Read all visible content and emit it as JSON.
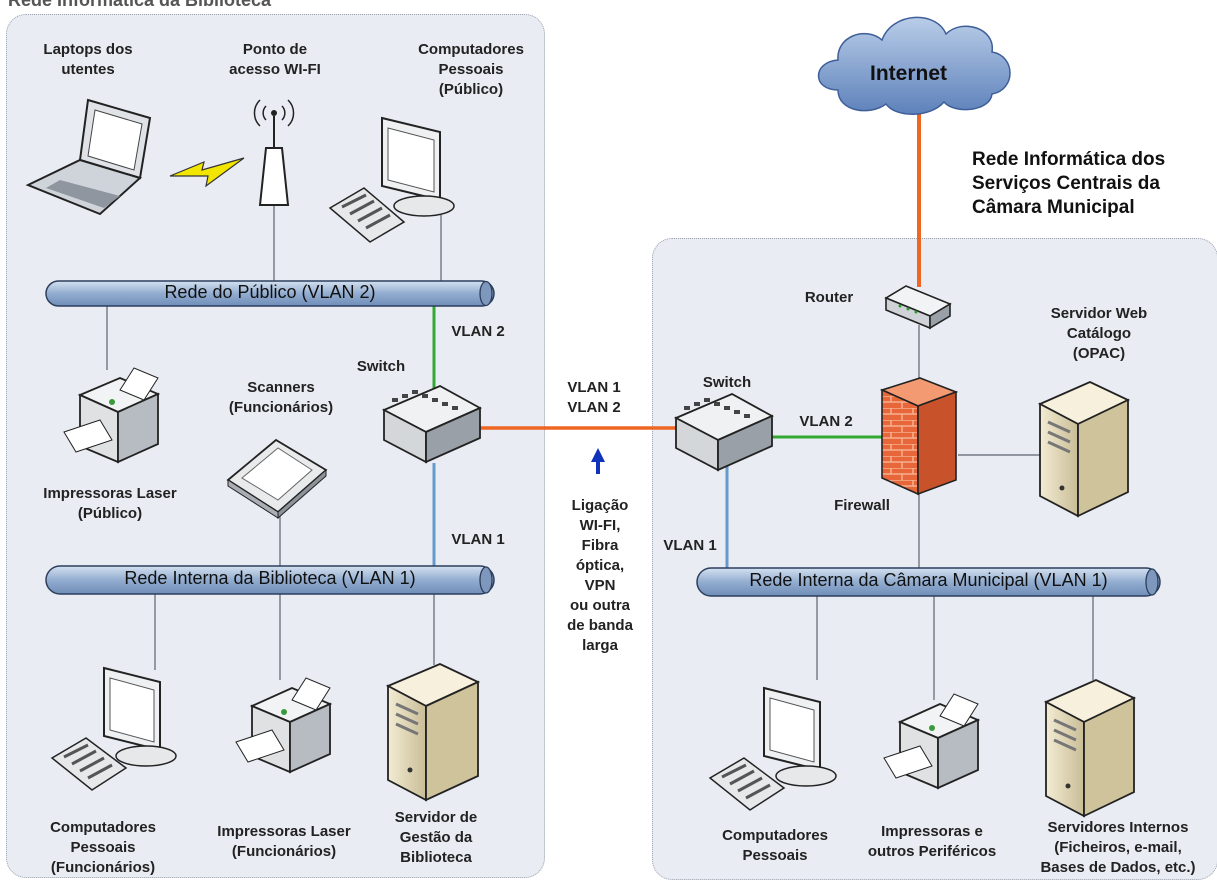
{
  "titles": {
    "library_network": "Rede Informática da Biblioteca",
    "central_network": "Rede Informática dos\nServiços Centrais da\nCâmara Municipal"
  },
  "cloud": {
    "label": "Internet"
  },
  "buses": {
    "public": "Rede do Público (VLAN 2)",
    "internal_library": "Rede Interna da Biblioteca (VLAN 1)",
    "internal_city": "Rede Interna da Câmara Municipal (VLAN 1)"
  },
  "library_devices": {
    "laptops": "Laptops dos\nutentes",
    "wifi_ap": "Ponto de\nacesso WI-FI",
    "public_pcs": "Computadores\nPessoais\n(Público)",
    "public_printers": "Impressoras Laser\n(Público)",
    "scanners": "Scanners\n(Funcionários)",
    "switch": "Switch",
    "staff_pcs": "Computadores\nPessoais\n(Funcionários)",
    "staff_printers": "Impressoras Laser\n(Funcionários)",
    "library_server": "Servidor de\nGestão da\nBiblioteca"
  },
  "central_devices": {
    "router": "Router",
    "switch": "Switch",
    "firewall": "Firewall",
    "web_server": "Servidor Web\nCatálogo\n(OPAC)",
    "pcs": "Computadores\nPessoais",
    "printers": "Impressoras e\noutros Periféricos",
    "servers": "Servidores Internos\n(Ficheiros, e-mail,\nBases de Dados, etc.)"
  },
  "links": {
    "vlan2_left": "VLAN 2",
    "vlan1_left": "VLAN 1",
    "trunk": "VLAN 1\nVLAN 2",
    "vlan2_right": "VLAN 2",
    "vlan1_right": "VLAN 1",
    "connection_note": "Ligação\nWI-FI,\nFibra\nóptica,\nVPN\nou outra\nde banda\nlarga"
  },
  "colors": {
    "vlan1": "#6699cc",
    "vlan2": "#33a833",
    "trunk": "#ee6622",
    "bus_fill": "#9ab4d2",
    "firewall": "#e8673a",
    "arrow": "#1133bb"
  }
}
